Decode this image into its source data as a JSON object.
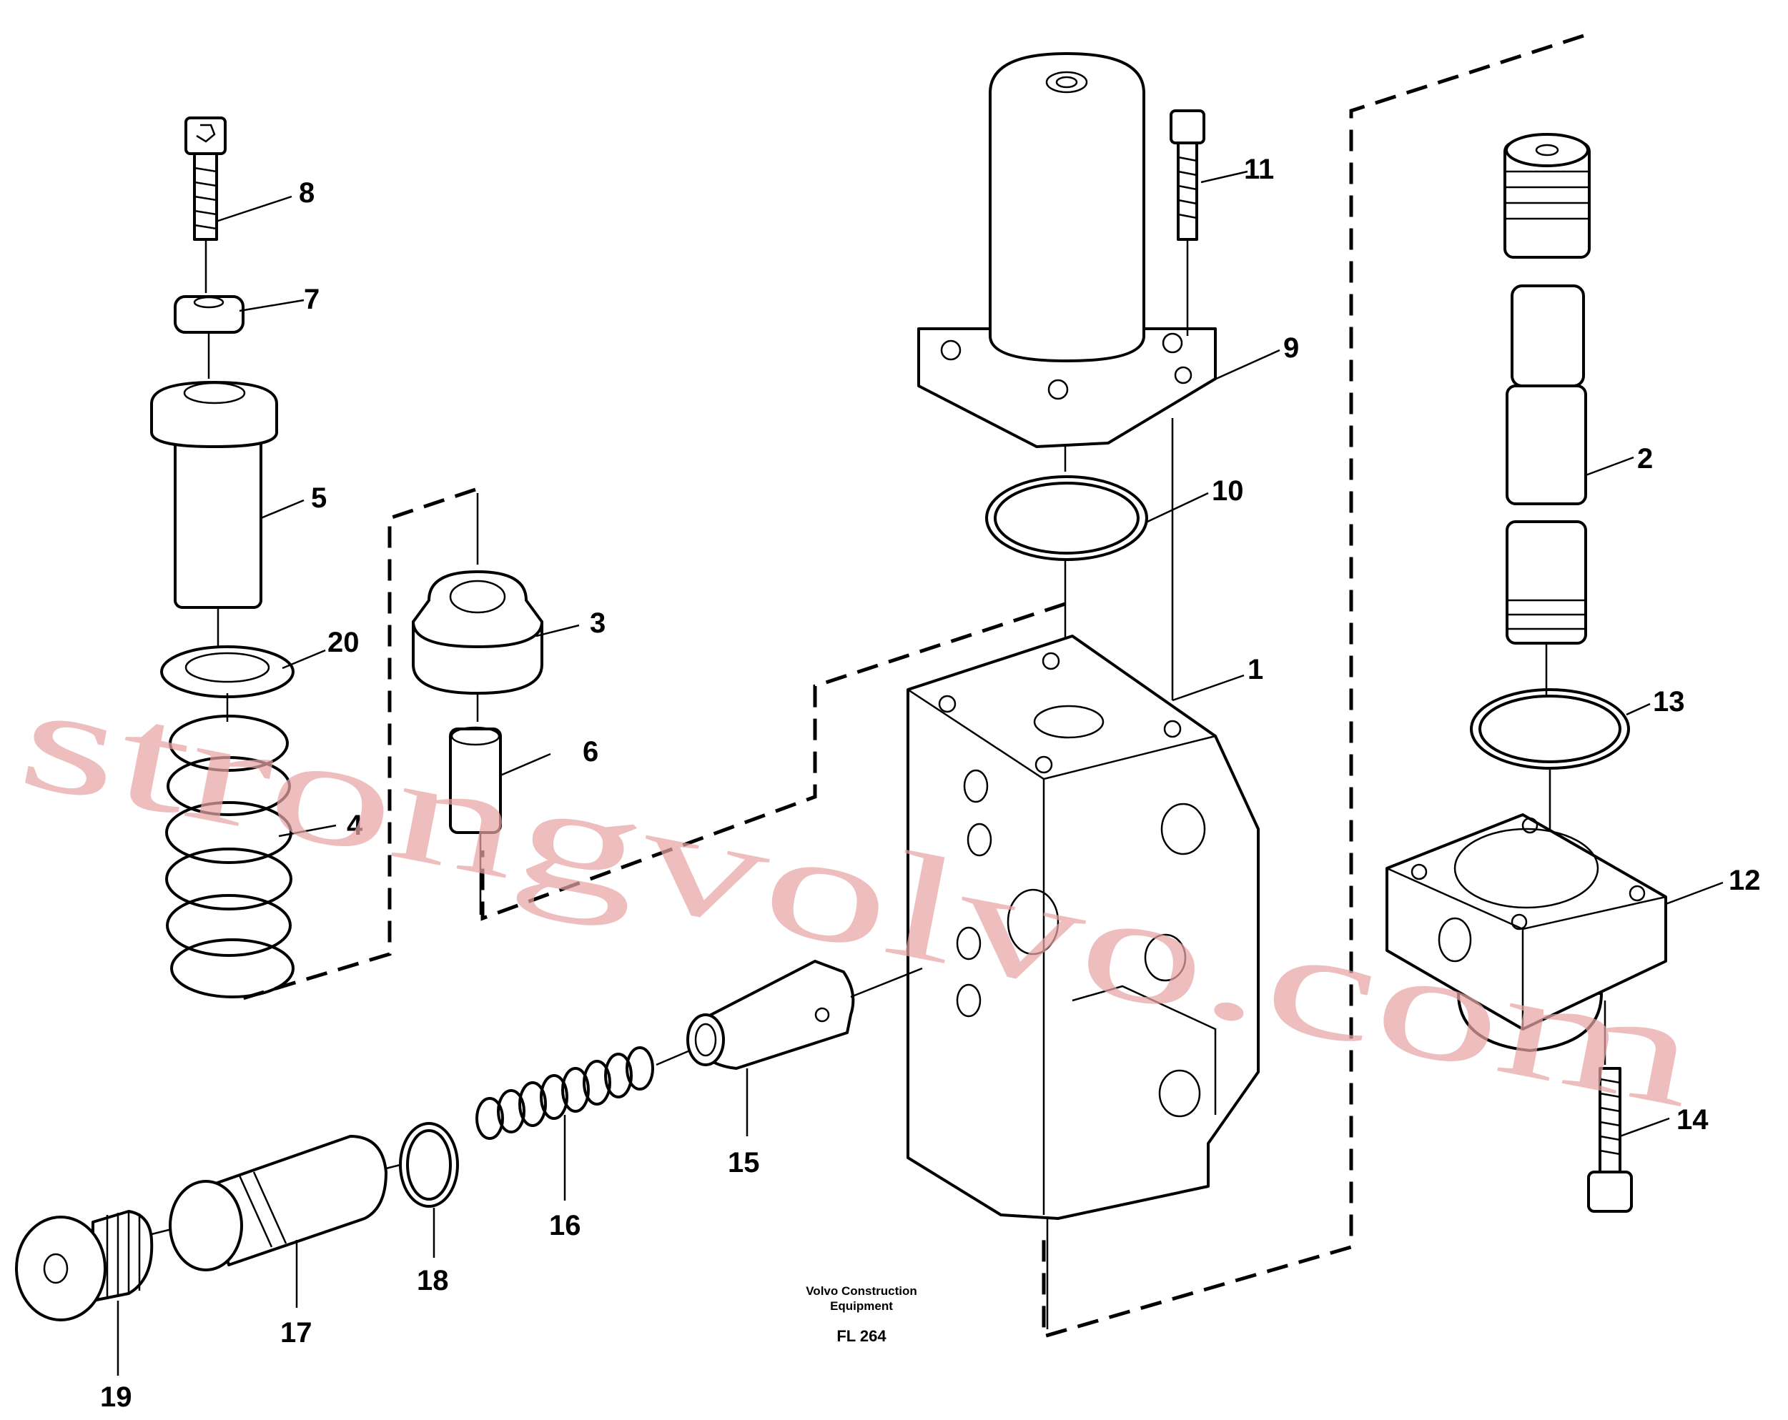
{
  "parts": [
    {
      "id": "1",
      "label": "1"
    },
    {
      "id": "2",
      "label": "2"
    },
    {
      "id": "3",
      "label": "3"
    },
    {
      "id": "4",
      "label": "4"
    },
    {
      "id": "5",
      "label": "5"
    },
    {
      "id": "6",
      "label": "6"
    },
    {
      "id": "7",
      "label": "7"
    },
    {
      "id": "8",
      "label": "8"
    },
    {
      "id": "9",
      "label": "9"
    },
    {
      "id": "10",
      "label": "10"
    },
    {
      "id": "11",
      "label": "11"
    },
    {
      "id": "12",
      "label": "12"
    },
    {
      "id": "13",
      "label": "13"
    },
    {
      "id": "14",
      "label": "14"
    },
    {
      "id": "15",
      "label": "15"
    },
    {
      "id": "16",
      "label": "16"
    },
    {
      "id": "17",
      "label": "17"
    },
    {
      "id": "18",
      "label": "18"
    },
    {
      "id": "19",
      "label": "19"
    },
    {
      "id": "20",
      "label": "20"
    }
  ],
  "footer": {
    "line1": "Volvo Construction",
    "line2": "Equipment",
    "code": "FL 264"
  },
  "watermark": {
    "text": "strongvolvo.com",
    "color": "#e8a6a6"
  }
}
